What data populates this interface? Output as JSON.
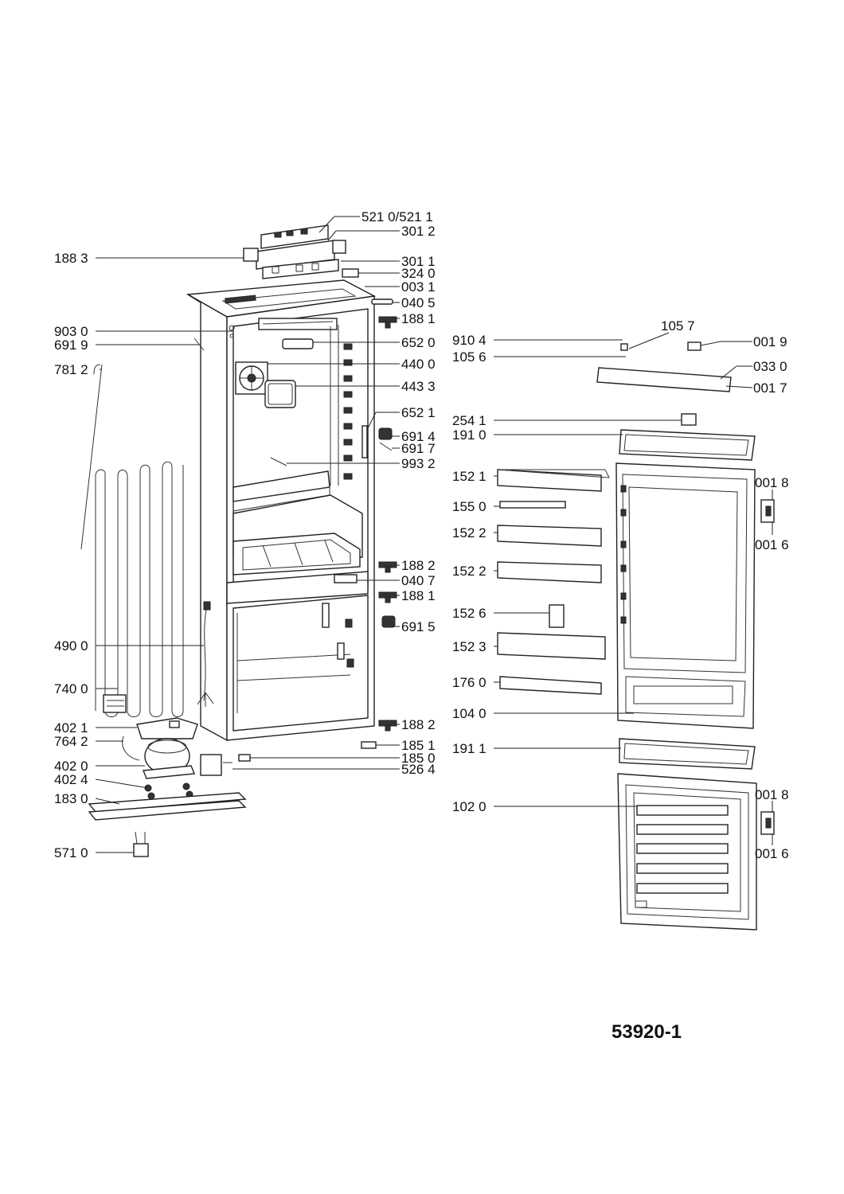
{
  "diagram_ref": "53920-1",
  "callouts": {
    "c5210": "521 0/521 1",
    "c3012": "301 2",
    "c1883": "188 3",
    "c3011": "301 1",
    "c3240": "324 0",
    "c0031": "003 1",
    "c0405": "040 5",
    "c1881a": "188 1",
    "c9030": "903 0",
    "c6919": "691 9",
    "c6520": "652 0",
    "c7812": "781 2",
    "c4400": "440 0",
    "c4433": "443 3",
    "c6521": "652 1",
    "c6914": "691 4",
    "c6917": "691 7",
    "c9932": "993 2",
    "c1882a": "188 2",
    "c0407": "040 7",
    "c1881b": "188 1",
    "c6915": "691 5",
    "c4900": "490 0",
    "c7400": "740 0",
    "c4021": "402 1",
    "c7642": "764 2",
    "c4020": "402 0",
    "c4024": "402 4",
    "c1830": "183 0",
    "c5710": "571 0",
    "c1882b": "188 2",
    "c1851": "185 1",
    "c1850": "185 0",
    "c5264": "526 4",
    "c9104": "910 4",
    "c1057": "105 7",
    "c0019": "001 9",
    "c1056": "105 6",
    "c0330": "033 0",
    "c0017": "001 7",
    "c2541": "254 1",
    "c1910": "191 0",
    "c1521": "152 1",
    "c0018a": "001 8",
    "c1550": "155 0",
    "c0016a": "001 6",
    "c1522a": "152 2",
    "c1522b": "152 2",
    "c1526": "152 6",
    "c1523": "152 3",
    "c1760": "176 0",
    "c1040": "104 0",
    "c1911": "191 1",
    "c0018b": "001 8",
    "c1020": "102 0",
    "c0016b": "001 6"
  }
}
